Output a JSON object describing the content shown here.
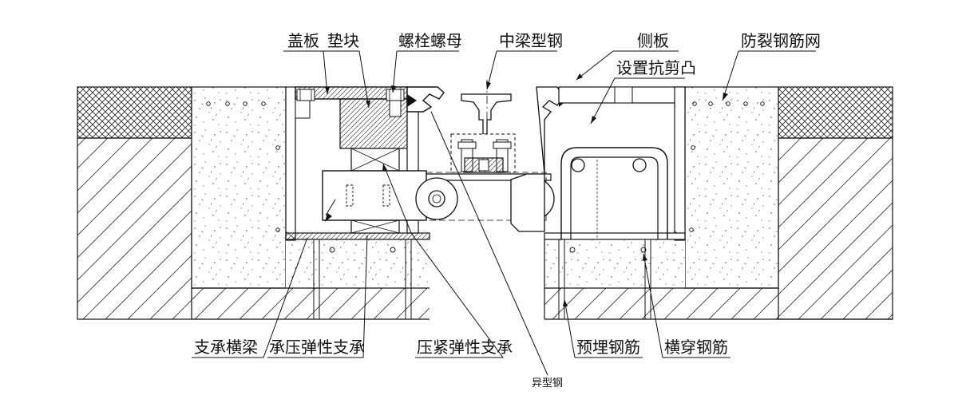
{
  "labels": {
    "cover_plate": "盖板",
    "pad_block": "垫块",
    "bolt_nut": "螺栓螺母",
    "middle_beam": "中梁型钢",
    "side_plate": "侧板",
    "shear_bump": "设置抗剪凸",
    "anti_crack_mesh": "防裂钢筋网",
    "support_crossbeam": "支承横梁",
    "bearing_elastic": "承压弹性支承",
    "compression_elastic": "压紧弹性支承",
    "special_steel": "异型钢",
    "embedded_rebar": "预埋钢筋",
    "transverse_rebar": "横穿钢筋"
  }
}
